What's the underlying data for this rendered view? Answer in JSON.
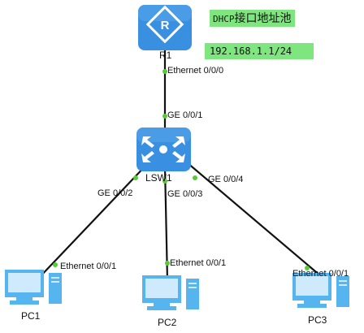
{
  "colors": {
    "router_fill": "#3a90e0",
    "switch_fill": "#3a90e0",
    "pc_fill": "#56b4ee",
    "link": "#111111",
    "port_dot": "#55cc33",
    "note_bg": "#7fe67f"
  },
  "notes": {
    "dhcp_prefix": "DHCP",
    "dhcp_suffix": "接口地址池",
    "ip": "192.168.1.1/24"
  },
  "devices": {
    "router": {
      "name": "R1",
      "icon": "router-icon",
      "port": "Ethernet 0/0/0"
    },
    "switch": {
      "name": "LSW1",
      "icon": "switch-icon",
      "ports": [
        "GE 0/0/1",
        "GE 0/0/2",
        "GE 0/0/3",
        "GE 0/0/4"
      ]
    },
    "pcs": [
      {
        "name": "PC1",
        "icon": "pc-icon",
        "port": "Ethernet 0/0/1"
      },
      {
        "name": "PC2",
        "icon": "pc-icon",
        "port": "Ethernet 0/0/1"
      },
      {
        "name": "PC3",
        "icon": "pc-icon",
        "port": "Ethernet 0/0/1"
      }
    ]
  }
}
